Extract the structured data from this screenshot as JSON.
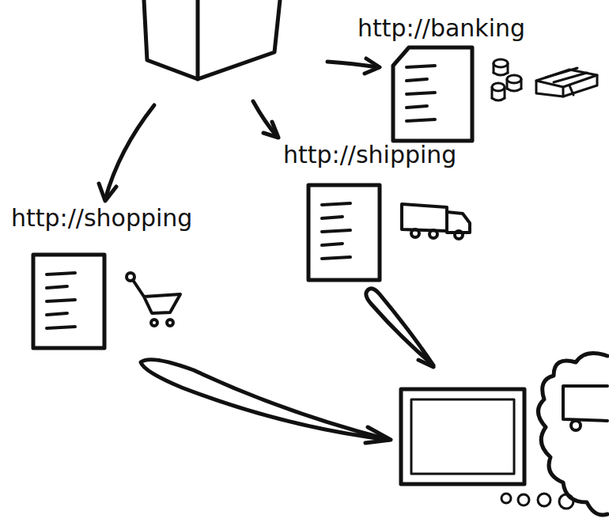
{
  "diagram": {
    "nodes": [
      {
        "text": [
          "http://banking"
        ]
      },
      {
        "text": [
          "http://shipping"
        ]
      },
      {
        "text": [
          "http://shopping"
        ]
      }
    ]
  }
}
